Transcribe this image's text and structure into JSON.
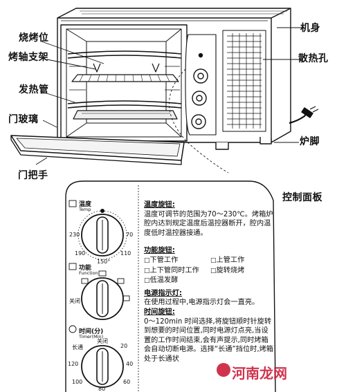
{
  "labels": {
    "grill_position": "烧烤位",
    "spit_support": "烤轴支架",
    "heating_tube": "发热管",
    "door_glass": "门玻璃",
    "door_handle": "门把手",
    "body": "机身",
    "vents": "散热孔",
    "foot": "炉脚",
    "control_panel": "控制面板"
  },
  "dials": {
    "temp": {
      "title": "温度",
      "sub": "Temp",
      "marks": [
        "230",
        "70",
        "190",
        "110",
        "150°"
      ]
    },
    "func": {
      "title": "功能",
      "sub": "Function",
      "marks": [
        "关闭"
      ]
    },
    "time": {
      "title": "时间(分)",
      "sub": "Timer(Min)",
      "marks": [
        "长通",
        "关闭",
        "20",
        "120",
        "40",
        "100",
        "60",
        "80"
      ]
    }
  },
  "panel": {
    "temp_heading": "温度旋钮:",
    "temp_text": "温度可调节的范围为70～230℃。烤箱炉腔内达到规定温度后温控器断开，腔内温度低时温控器接通。",
    "func_heading": "功能旋钮:",
    "func_items": [
      "下管工作",
      "上管工作",
      "上下管同时工作",
      "旋转烧烤",
      "低温发酵"
    ],
    "light_heading": "电源指示灯:",
    "light_text": "在使用过程中,电源指示灯会一直亮。",
    "time_heading": "时间旋钮:",
    "time_text": "0～120min 时间选择,将旋钮顺时针旋转到想要的时间位置,同时电源灯点亮,当设置的工作时间结束,会有声提示,同时烤箱会自动切断电源。选择“长通”挡位时,烤箱处于长通状"
  },
  "watermark": "河南龙网"
}
